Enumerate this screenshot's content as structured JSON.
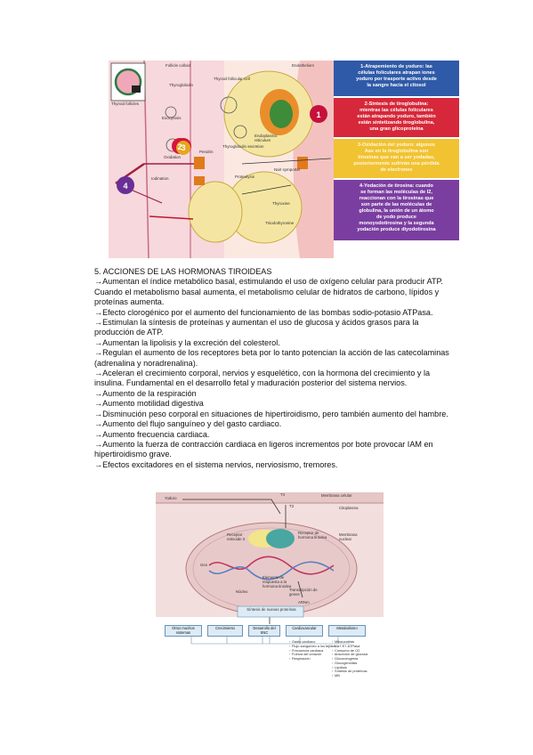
{
  "figure1": {
    "labels": {
      "follicle_colloid": "Follicle colloid",
      "thyroid_follicular_cell": "Thyroid follicular cell",
      "endothelium": "Endothelium",
      "thyroglobulin": "Thyroglobulin",
      "exocytosis": "Exocytosis",
      "thyroglobulin_secretion": "Thyroglobulin secretion",
      "endoplasmic_reticulum": "Endoplasmic reticulum",
      "nai_symporter": "Na/I symporter",
      "oxidation": "Oxidation",
      "iodination": "Iodination",
      "pendrin": "Pendrin",
      "proteolysis": "Proteolysis",
      "thyroxine": "Thyroxine",
      "triiodothyronine": "Triiodothyronine",
      "thyroid_follicles": "Thyroid follicles"
    },
    "step_numbers": [
      "1",
      "2",
      "3",
      "4"
    ],
    "steps": [
      {
        "lines": [
          "1-Atrapemiento de yoduro: las",
          "células foliculares atrapan iones",
          "yoduro por trasporte activo desde",
          "la sangre hacia el citosol"
        ],
        "color": "#2f5aa8"
      },
      {
        "lines": [
          "2-Síntesis de tiroglobulina:",
          "mientras las células foliculares",
          "están atrapando yoduro, también",
          "están sintetizando tiroglobulina,",
          "una gran glicoproteína"
        ],
        "color": "#d6283a"
      },
      {
        "lines": [
          "3-Oxidación del yoduro: algunos",
          "Aas en la tiroglobulina son",
          "tirosinas que van a ser yodadas,",
          "posteriormente sufrirán una pérdida",
          "de electrones"
        ],
        "color": "#f1c232"
      },
      {
        "lines": [
          "4-Yodación de tirosina: cuando",
          "se forman las moléculas de I2,",
          "reaccionan con la tirosinas que",
          "son parte de las moléculas de",
          "globulina, la unión de un átomo",
          "de yodo produce",
          "monoyodotirosina y la segunda",
          "yodación produce diyodotirosina"
        ],
        "color": "#7a3ea0"
      }
    ]
  },
  "text": {
    "heading": "5.    ACCIONES DE LAS HORMONAS TIROIDEAS",
    "lines": [
      "→Aumentan el índice metabólico basal, estimulando el uso de oxígeno celular para producir ATP.",
      "Cuando el metabolismo basal aumenta, el metabolismo celular de hidratos de carbono, lípidos y",
      "proteínas aumenta.",
      "→Efecto clorogénico por el aumento del funcionamiento de las bombas sodio-potasio ATPasa.",
      "→Estimulan la síntesis de proteínas y aumentan el uso de glucosa y ácidos grasos para la",
      "producción de ATP.",
      "→Aumentan la lipolisis y la excreción del colesterol.",
      "→Regulan el aumento de los receptores beta por lo tanto potencian la acción de las catecolaminas",
      "(adrenalina y noradrenalina).",
      "→Aceleran el crecimiento corporal, nervios y esquelético, con la hormona del crecimiento y la",
      "insulina. Fundamental en el desarrollo fetal y maduración posterior del sistema nervios.",
      "→Aumento de la respiración",
      "→Aumento motilidad digestiva",
      "→Disminución peso corporal en situaciones de hipertiroidismo, pero también aumento del hambre.",
      "→Aumento del flujo sanguíneo y del gasto cardiaco.",
      "→Aumento frecuencia cardiaca.",
      "→Aumento la fuerza de contracción cardiaca en ligeros incrementos por bote provocar IAM en",
      "hipertiroidismo grave.",
      "→Efectos excitadores en el sistema nervios, nerviosismo, tremores."
    ]
  },
  "figure2": {
    "membrana_celular": "Membrana celular",
    "yoduro": "Yoduro",
    "t4": "T4",
    "t3": "T3",
    "citoplasma": "Citoplasma",
    "receptor_retinoide": "Receptor retinoide X",
    "receptor_hormona": "Receptor de hormona tiroidea",
    "membrana_nuclear": "Membrana nuclear",
    "gen": "Gen",
    "elemento_respuesta": "Elemento de respuesta a la hormona tiroidea",
    "nucleo": "Núcleo",
    "transcripcion": "Transcripción de genes",
    "arnm": "ARNm",
    "sintesis": "Síntesis de nuevas proteínas",
    "categories": [
      "Otros muchos sistemas",
      "Crecimiento",
      "Desarrollo del SNC",
      "Cardiovascular",
      "Metabolismo"
    ],
    "cardio_effects": [
      "↑ Gasto cardíaco",
      "↑ Flujo sanguíneo a los tejidos",
      "↑ Frecuencia cardíaca",
      "↑ Fuerza del corazón",
      "↑ Respiración"
    ],
    "metab_effects": [
      "↑ Mitocondrias",
      "↑ Na+-K+-ATPasa",
      "↑ Consumo de O2",
      "↑ Absorción de glucosa",
      "↑ Gluconeogenia",
      "↑ Glucogenólisis",
      "↑ Lipólisis",
      "↑ Síntesis de proteínas",
      "↑ MB"
    ]
  }
}
